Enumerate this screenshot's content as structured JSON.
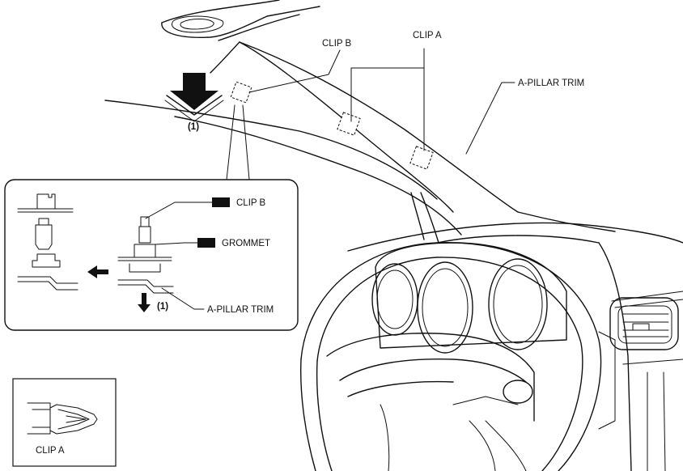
{
  "labels": {
    "clip_b_top": "CLIP B",
    "clip_a_top": "CLIP A",
    "a_pillar_trim_top": "A-PILLAR TRIM",
    "step_marker_main": "(1)",
    "inset_clip_b": "CLIP B",
    "inset_grommet": "GROMMET",
    "inset_step_marker": "(1)",
    "inset_a_pillar_trim": "A-PILLAR TRIM",
    "clip_a_detail": "CLIP A"
  },
  "icons": {
    "removal_arrow": "thick-down-arrow-icon",
    "pull_direction": "left-arrow-icon",
    "step_direction": "down-arrow-icon"
  },
  "colors": {
    "line": "#111111",
    "background": "#ffffff"
  }
}
